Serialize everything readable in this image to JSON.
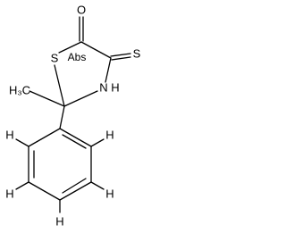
{
  "molecule": {
    "atoms": {
      "O": "O",
      "S_ring": "S",
      "Abs": "Abs",
      "S_thione": "S",
      "N": "N",
      "H_N": "H",
      "H3C": "H₃C",
      "H2": "H",
      "H3": "H",
      "H4": "H",
      "H5": "H",
      "H6": "H"
    }
  }
}
